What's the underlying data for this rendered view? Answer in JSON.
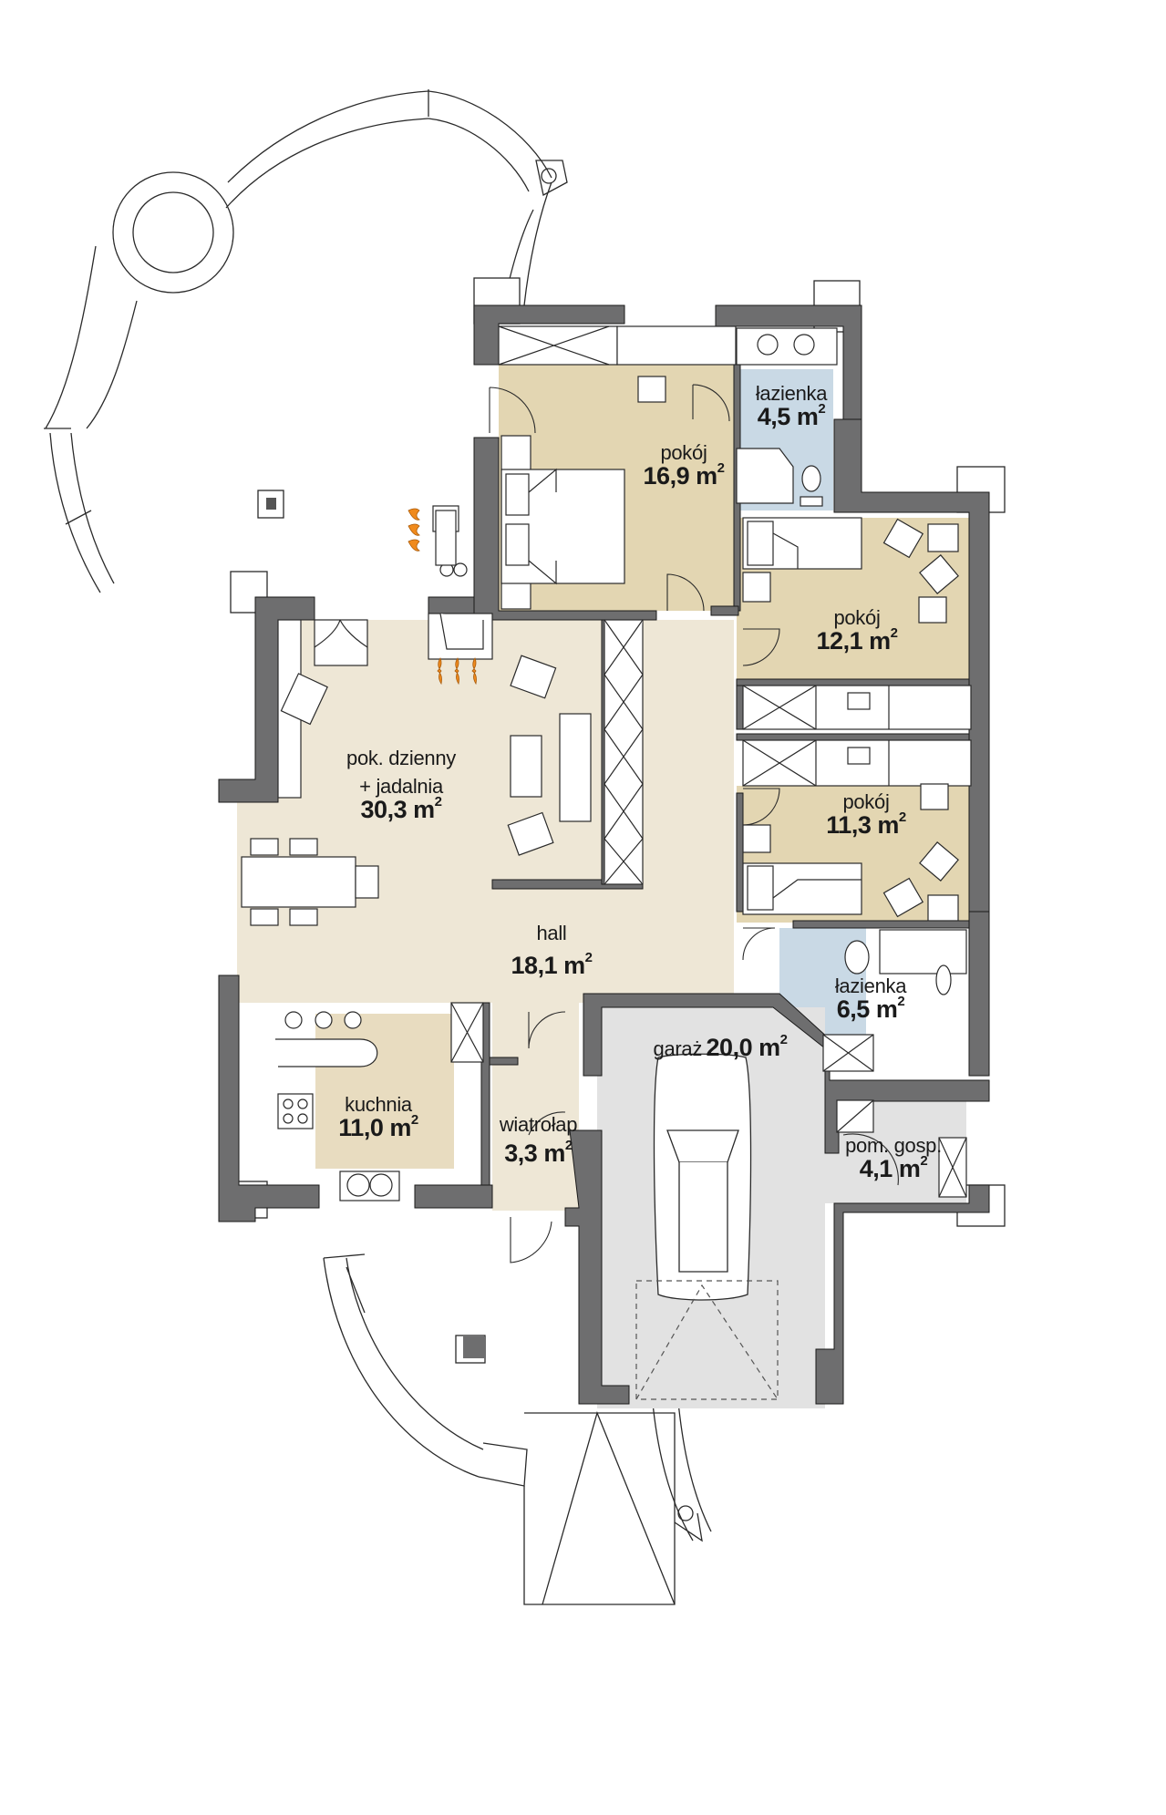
{
  "plan": {
    "title": "Floor plan (ground floor)",
    "unit": "m²",
    "colors": {
      "wall": "#6e6e6f",
      "living": "#eee7d6",
      "bedroom": "#e3d6b2",
      "bathroom": "#c9d9e5",
      "garage": "#e2e2e2",
      "kitchen_floor": "#e8dcc0",
      "fire": "#f08a1c",
      "line": "#2a2a2a"
    }
  },
  "rooms": [
    {
      "id": "pokoj-1",
      "name": "pokój",
      "area": "16,9",
      "unit": "m",
      "sup": "2"
    },
    {
      "id": "lazienka-1",
      "name": "łazienka",
      "area": "4,5",
      "unit": "m",
      "sup": "2"
    },
    {
      "id": "pokoj-2",
      "name": "pokój",
      "area": "12,1",
      "unit": "m",
      "sup": "2"
    },
    {
      "id": "pokoj-3",
      "name": "pokój",
      "area": "11,3",
      "unit": "m",
      "sup": "2"
    },
    {
      "id": "pok-dzienny",
      "name": "pok. dzienny",
      "name2": "+ jadalnia",
      "area": "30,3",
      "unit": "m",
      "sup": "2"
    },
    {
      "id": "hall",
      "name": "hall",
      "area": "18,1",
      "unit": "m",
      "sup": "2"
    },
    {
      "id": "lazienka-2",
      "name": "łazienka",
      "area": "6,5",
      "unit": "m",
      "sup": "2"
    },
    {
      "id": "garaz",
      "name": "garaż",
      "area": "20,0",
      "unit": "m",
      "sup": "2"
    },
    {
      "id": "kuchnia",
      "name": "kuchnia",
      "area": "11,0",
      "unit": "m",
      "sup": "2"
    },
    {
      "id": "wiatrolap",
      "name": "wiatrołap",
      "area": "3,3",
      "unit": "m",
      "sup": "2"
    },
    {
      "id": "pom-gosp",
      "name": "pom. gosp.",
      "area": "4,1",
      "unit": "m",
      "sup": "2"
    }
  ]
}
